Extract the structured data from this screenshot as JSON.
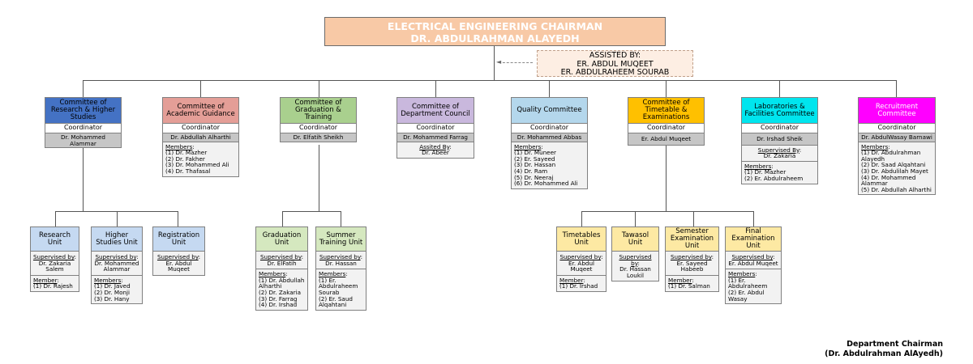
{
  "chairman": {
    "title": "ELECTRICAL ENGINEERING CHAIRMAN",
    "name": "DR. ABDULRAHMAN ALAYEDH"
  },
  "assisted": {
    "label": "ASSISTED BY:",
    "names": [
      "ER. ABDUL MUQEET",
      "ER. ABDULRAHEEM SOURAB"
    ]
  },
  "committees": [
    {
      "title": "Committee of Research & Higher Studies",
      "color": "#4472c4",
      "coord": "Coordinator",
      "name": "Dr. Mohammed Alammar"
    },
    {
      "title": "Committee of Academic Guidance",
      "color": "#e49e97",
      "coord": "Coordinator",
      "name": "Dr. Abdullah Alharthi",
      "members_label": "Members",
      "members": [
        "(1) Dr. Mazher",
        "(2) Dr. Fakher",
        "(3) Dr. Mohammed Ali",
        "(4) Dr. Thafasal"
      ]
    },
    {
      "title": "Committee of Graduation & Training",
      "color": "#a9d08e",
      "coord": "Coordinator",
      "name": "Dr. Elfatih Sheikh"
    },
    {
      "title": "Committee of Department Council",
      "color": "#c9b8dd",
      "coord": "Coordinator",
      "name": "Dr. Mohammed Farrag",
      "assisted_label": "Assited By",
      "assisted": "Dr. Abeer"
    },
    {
      "title": "Quality Committee",
      "color": "#b4d7ec",
      "coord": "Coordinator",
      "name": "Dr. Mohammed Abbas",
      "members_label": "Members",
      "members": [
        "(1) Dr. Muneer",
        "(2) Er. Sayeed",
        "(3) Dr. Hassan",
        "(4) Dr. Ram",
        "(5) Dr. Neeraj",
        "(6) Dr. Mohammed Ali"
      ]
    },
    {
      "title": "Committee of Timetable & Examinations",
      "color": "#ffc000",
      "coord": "Coordinator",
      "name": "Er. Abdul Muqeet"
    },
    {
      "title": "Laboratories & Facilities Committee",
      "color": "#00e5ee",
      "coord": "Coordinator",
      "name": "Dr. Irshad Sheik",
      "supervised_label": "Supervised By",
      "supervised": "Dr. Zakaria",
      "members_label": "Members",
      "members": [
        "(1) Dr. Mazher",
        "(2) Er. Abdulraheem"
      ]
    },
    {
      "title": "Recruitment Committee",
      "color": "#ff00ff",
      "coord": "Coordinator",
      "name": "Dr. AbdulWasay Barnawi",
      "members_label": "Members",
      "members": [
        "(1) Dr. Abdulrahman Alayedh",
        "(2) Dr. Saad Alqahtani",
        "(3) Dr. Abdulilah Mayet",
        "(4) Dr. Mohammed Alammar",
        "(5) Dr. Abdullah Alharthi"
      ]
    }
  ],
  "units": [
    {
      "title": "Research Unit",
      "color": "#c5d9f1",
      "sup_label": "Supervised by",
      "sup": "Dr. Zakaria Salem",
      "mem_label": "Member",
      "members": [
        "(1) Dr. Rajesh"
      ]
    },
    {
      "title": "Higher Studies Unit",
      "color": "#c5d9f1",
      "sup_label": "Supervised by",
      "sup": "Dr. Mohammed Alammar",
      "mem_label": "Members",
      "members": [
        "(1) Dr. Javed",
        "(2) Dr. Monji",
        "(3) Dr. Hany"
      ]
    },
    {
      "title": "Registration Unit",
      "color": "#c5d9f1",
      "sup_label": "Supervised by",
      "sup": "Er. Abdul Muqeet"
    },
    {
      "title": "Graduation Unit",
      "color": "#d5e8bf",
      "sup_label": "Supervised by",
      "sup": "Dr. ElFatih",
      "mem_label": "Members",
      "members": [
        "(1) Dr. Abdullah Alharthi",
        "(2) Dr. Zakaria",
        "(3) Dr. Farrag",
        "(4) Dr. Irshad"
      ]
    },
    {
      "title": "Summer Training Unit",
      "color": "#d5e8bf",
      "sup_label": "Supervised by",
      "sup": "Dr. Hassan",
      "mem_label": "Members",
      "members": [
        "(1) Er. Abdulraheem Sourab",
        "(2) Er. Saud Alqahtani"
      ]
    },
    {
      "title": "Timetables Unit",
      "color": "#fde9a3",
      "sup_label": "Supervised by",
      "sup": "Er. Abdul Muqeet",
      "mem_label": "Member",
      "members": [
        "(1) Dr. Irshad"
      ]
    },
    {
      "title": "Tawasol Unit",
      "color": "#fde9a3",
      "sup_label": "Supervised by",
      "sup": "Dr. Hassan Loukil"
    },
    {
      "title": "Semester Examination Unit",
      "color": "#fde9a3",
      "sup_label": "Supervised by",
      "sup": "Er. Sayeed Habeeb",
      "mem_label": "Member",
      "members": [
        "(1) Dr. Salman"
      ]
    },
    {
      "title": "Final Examination Unit",
      "color": "#fde9a3",
      "sup_label": "Supervised by",
      "sup": "Er. Abdul Muqeet",
      "mem_label": "Members",
      "members": [
        "(1) Er. Abdulraheem",
        "(2) Er. Abdul Wasay"
      ]
    }
  ],
  "footer": {
    "line1": "Department Chairman",
    "line2": "(Dr. Abdulrahman AlAyedh)"
  }
}
